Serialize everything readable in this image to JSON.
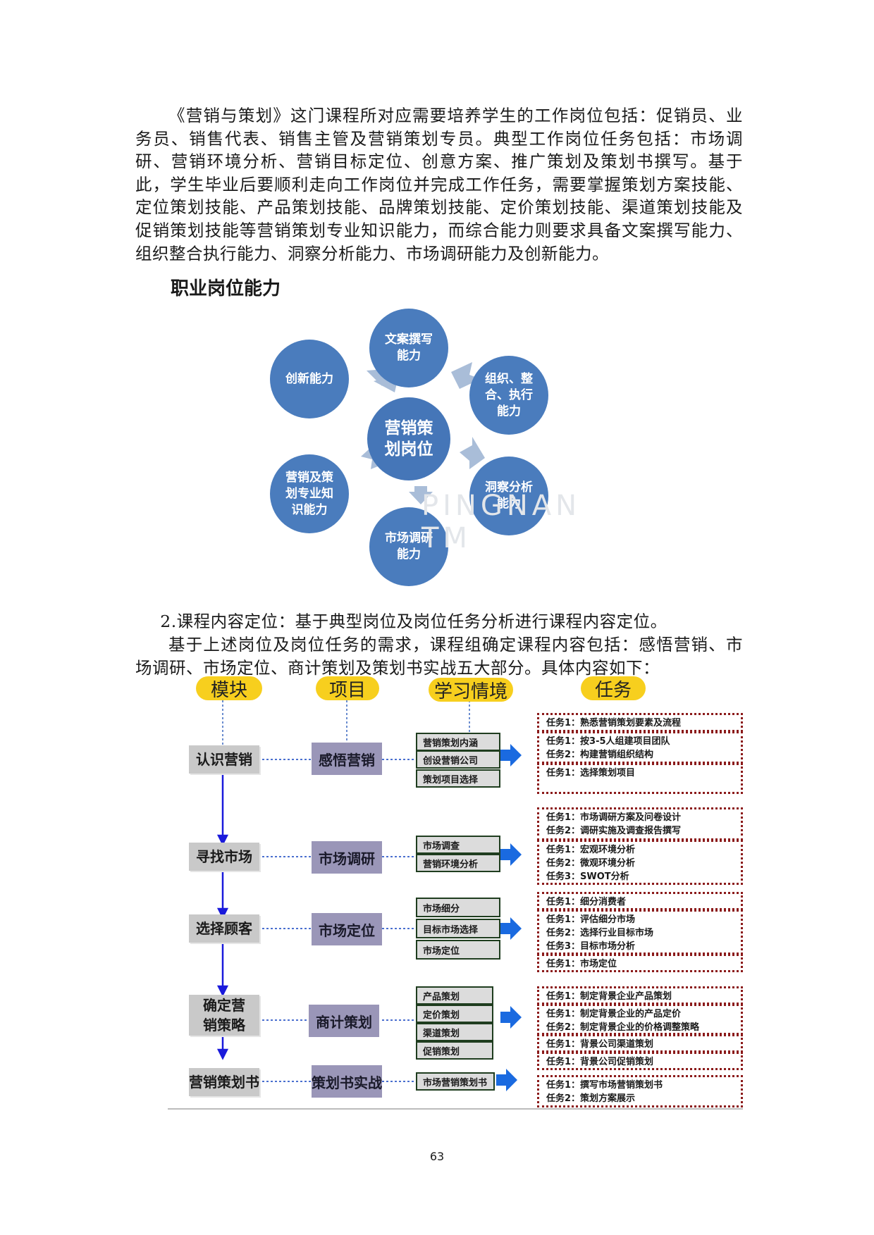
{
  "intro_paragraph": "《营销与策划》这门课程所对应需要培养学生的工作岗位包括：促销员、业务员、销售代表、销售主管及营销策划专员。典型工作岗位任务包括：市场调研、营销环境分析、营销目标定位、创意方案、推广策划及策划书撰写。基于此，学生毕业后要顺利走向工作岗位并完成工作任务，需要掌握策划方案技能、定位策划技能、产品策划技能、品牌策划技能、定价策划技能、渠道策划技能及促销策划技能等营销策划专业知识能力，而综合能力则要求具备文案撰写能力、组织整合执行能力、洞察分析能力、市场调研能力及创新能力。",
  "wheel": {
    "heading": "职业岗位能力",
    "center": "营销策划岗位",
    "top": "文案撰写能力",
    "top_right": "组织、整合、执行能力",
    "bottom_right": "洞察分析能力",
    "bottom": "市场调研能力",
    "bottom_left": "营销及策划专业知识能力",
    "top_left": "创新能力",
    "watermark": "PINGNAN TM"
  },
  "section_line": "2.课程内容定位：基于典型岗位及岗位任务分析进行课程内容定位。",
  "section_paragraph": "基于上述岗位及岗位任务的需求，课程组确定课程内容包括：感悟营销、市场调研、市场定位、商计策划及策划书实战五大部分。具体内容如下：",
  "flow": {
    "headers": [
      "模块",
      "项目",
      "学习情境",
      "任务"
    ],
    "modules": [
      "认识营销",
      "寻找市场",
      "选择顾客",
      "确定营销策略",
      "营销策划书"
    ],
    "projects": [
      "感悟营销",
      "市场调研",
      "市场定位",
      "商计策划",
      "策划书实战"
    ],
    "scenarios": [
      [
        "营销策划内涵",
        "创设营销公司",
        "策划项目选择"
      ],
      [
        "市场调查",
        "营销环境分析"
      ],
      [
        "市场细分",
        "目标市场选择",
        "市场定位"
      ],
      [
        "产品策划",
        "定价策划",
        "渠道策划",
        "促销策划"
      ],
      [
        "市场营销策划书"
      ]
    ],
    "tasks": [
      [
        "任务1：熟悉营销策划要素及流程"
      ],
      [
        "任务1：按3-5人组建项目团队",
        "任务2：构建营销组织结构"
      ],
      [
        "任务1：选择策划项目"
      ],
      [
        "任务1：市场调研方案及问卷设计",
        "任务2：调研实施及调查报告撰写"
      ],
      [
        "任务1：宏观环境分析",
        "任务2：微观环境分析",
        "任务3：SWOT分析"
      ],
      [
        "任务1：细分消费者"
      ],
      [
        "任务1：评估细分市场",
        "任务2：选择行业目标市场",
        "任务3：目标市场分析"
      ],
      [
        "任务1：市场定位"
      ],
      [
        "任务1：制定背景企业产品策划"
      ],
      [
        "任务1：制定背景企业的产品定价",
        "任务2：制定背景企业的价格调整策略"
      ],
      [
        "任务1：背景公司渠道策划"
      ],
      [
        "任务1：背景公司促销策划"
      ],
      [
        "任务1：撰写市场营销策划书",
        "任务2：策划方案展示"
      ]
    ]
  },
  "page_number": "63",
  "colors": {
    "circle": "#4a7cbd",
    "arrow": "#a9bdd8",
    "pill": "#f7cf1e",
    "project": "#9a96b8",
    "task_border": "#8b1a1a",
    "flow_arrow": "#1a1adb"
  }
}
